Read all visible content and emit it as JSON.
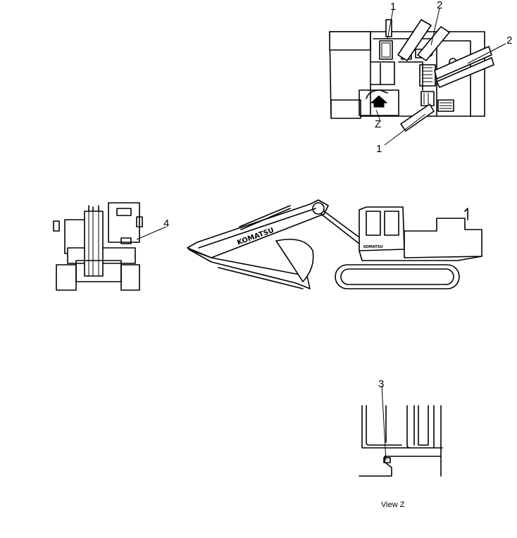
{
  "callouts": {
    "top_1": "1",
    "top_2a": "2",
    "top_2b": "2",
    "top_1b": "1",
    "z_label": "Z",
    "rear_4": "4",
    "view_3": "3"
  },
  "brand": {
    "boom": "KOMATSU",
    "cab": "KOMATSU"
  },
  "caption": "View Z"
}
